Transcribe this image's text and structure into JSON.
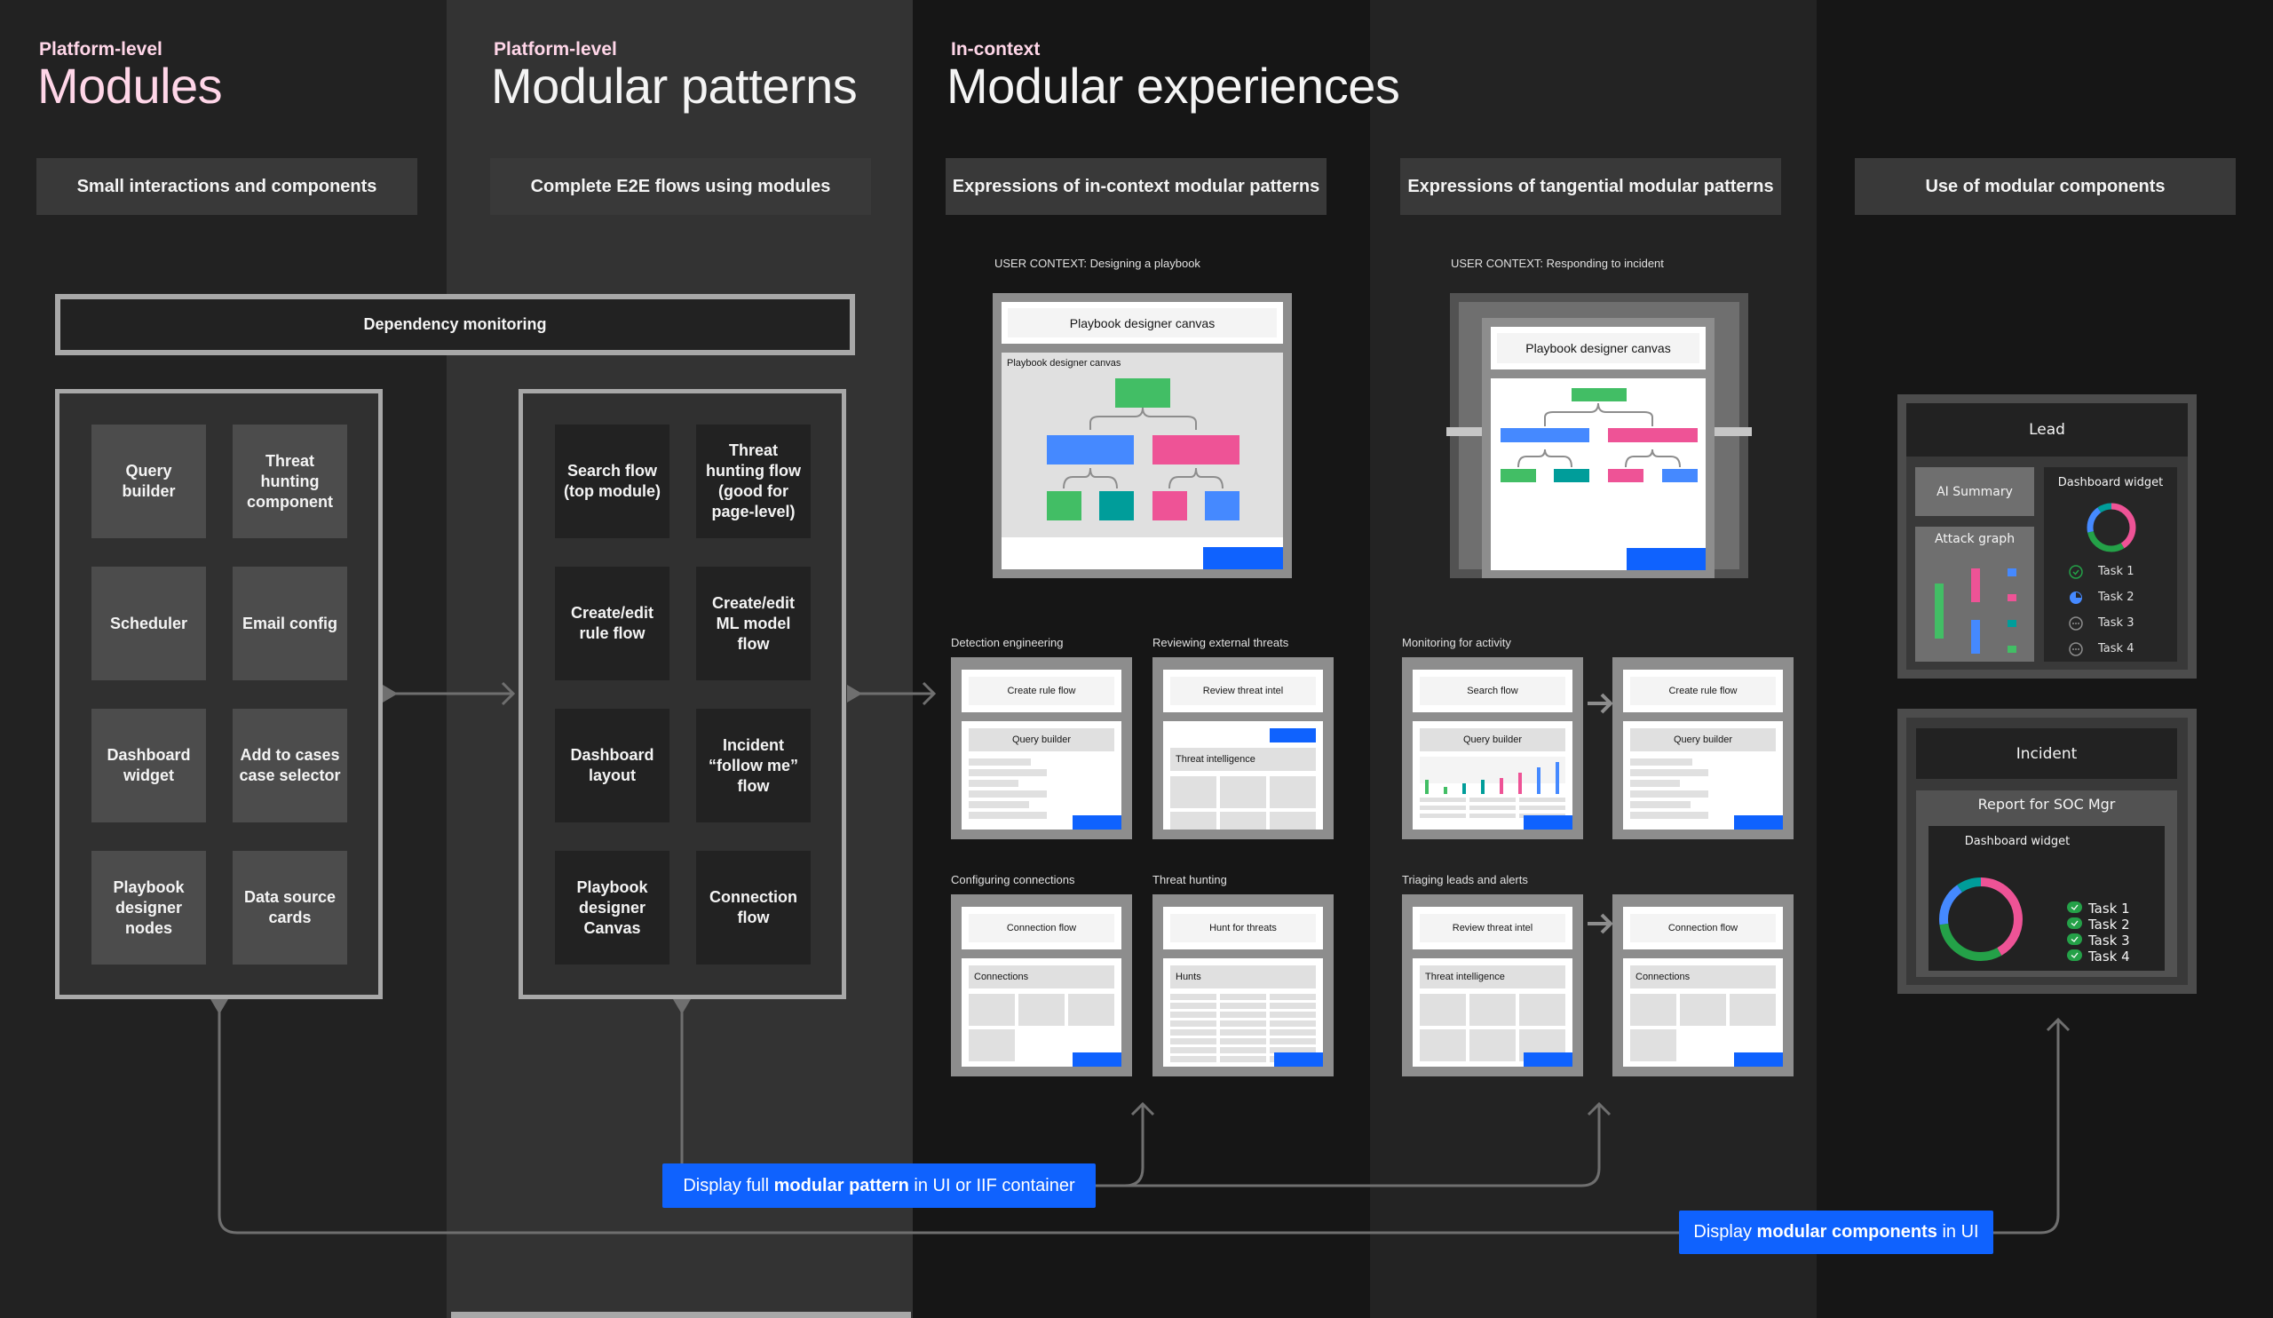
{
  "columns": [
    {
      "eyebrow": "Platform-level",
      "title": "Modules",
      "subtitle": "Small interactions and components"
    },
    {
      "eyebrow": "Platform-level",
      "title": "Modular patterns",
      "subtitle": "Complete E2E flows using modules"
    },
    {
      "eyebrow": "In-context",
      "title": "Modular experiences",
      "subtitle": "Expressions of in-context modular patterns"
    },
    {
      "subtitle": "Expressions of tangential modular patterns"
    },
    {
      "subtitle": "Use of modular components"
    }
  ],
  "dependency_monitoring": "Dependency monitoring",
  "modules": [
    "Query builder",
    "Threat hunting component",
    "Scheduler",
    "Email config",
    "Dashboard widget",
    "Add to cases case selector",
    "Playbook designer nodes",
    "Data source cards"
  ],
  "patterns": [
    "Search flow (top module)",
    "Threat hunting flow (good for page-level)",
    "Create/edit rule flow",
    "Create/edit ML model flow",
    "Dashboard layout",
    "Incident “follow me” flow",
    "Playbook designer Canvas",
    "Connection flow"
  ],
  "user_contexts": [
    {
      "label": "USER CONTEXT: Designing a playbook",
      "top": "Playbook designer canvas",
      "canvas_label": "Playbook designer canvas"
    },
    {
      "label": "USER CONTEXT: Responding to incident",
      "top": "Playbook designer canvas"
    }
  ],
  "thumbs": [
    {
      "context": "Detection engineering",
      "top": "Create rule flow",
      "section": "Query builder",
      "type": "lines"
    },
    {
      "context": "Reviewing external threats",
      "top": "Review threat intel",
      "section": "Threat intelligence",
      "type": "grid-topbtn"
    },
    {
      "context": "Monitoring for activity",
      "top": "Search flow",
      "section": "Query builder",
      "type": "chart"
    },
    {
      "context": "",
      "top": "Create rule flow",
      "section": "Query builder",
      "type": "lines"
    },
    {
      "context": "Configuring connections",
      "top": "Connection flow",
      "section": "Connections",
      "type": "grid4"
    },
    {
      "context": "Threat hunting",
      "top": "Hunt for threats",
      "section": "Hunts",
      "type": "table"
    },
    {
      "context": "Triaging leads and alerts",
      "top": "Review threat intel",
      "section": "Threat intelligence",
      "type": "grid"
    },
    {
      "context": "",
      "top": "Connection flow",
      "section": "Connections",
      "type": "grid4"
    }
  ],
  "lead": {
    "title": "Lead",
    "ai_summary": "AI Summary",
    "attack_graph": "Attack graph",
    "widget_title": "Dashboard widget",
    "tasks": [
      {
        "label": "Task 1",
        "status": "complete"
      },
      {
        "label": "Task 2",
        "status": "in-progress"
      },
      {
        "label": "Task 3",
        "status": "pending"
      },
      {
        "label": "Task 4",
        "status": "pending"
      }
    ]
  },
  "incident": {
    "title": "Incident",
    "report": "Report for SOC Mgr",
    "widget_title": "Dashboard widget",
    "tasks": [
      "Task 1",
      "Task 2",
      "Task 3",
      "Task 4"
    ]
  },
  "buttons": {
    "pattern": {
      "pre": "Display full ",
      "bold": "modular pattern",
      "post": " in UI or IIF container"
    },
    "components": {
      "pre": "Display ",
      "bold": "modular components",
      "post": " in UI"
    }
  },
  "colors": {
    "accent": "#0f62fe",
    "green": "#42be65",
    "teal": "#009d9a",
    "pink": "#ee5396",
    "blue": "#4589ff",
    "eyebrow": "#ffd6e8"
  }
}
